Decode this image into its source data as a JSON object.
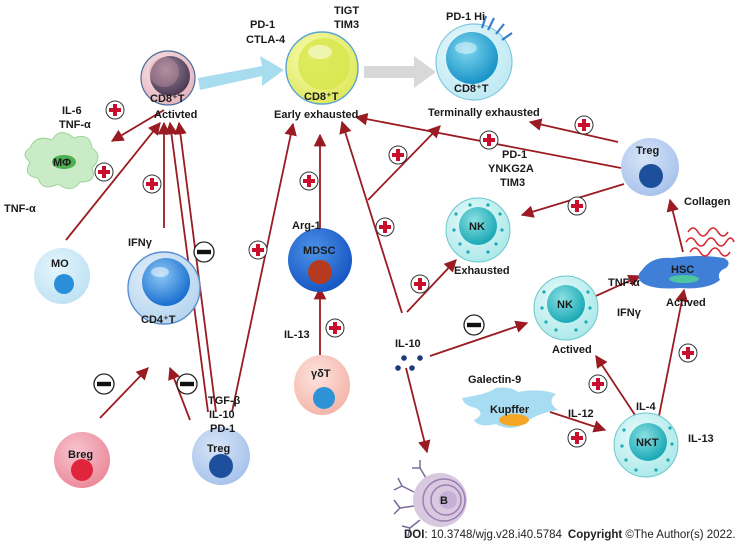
{
  "cells": {
    "cd8_activated": {
      "name": "CD8⁺T",
      "status": "Activted",
      "markers": [
        "IL-6",
        "TNF-α"
      ]
    },
    "cd8_early": {
      "name": "CD8⁺T",
      "status": "Early exhausted",
      "markers_left": [
        "PD-1",
        "CTLA-4"
      ],
      "markers_top": [
        "TIGT",
        "TIM3"
      ]
    },
    "cd8_terminal": {
      "name": "CD8⁺T",
      "status": "Terminally exhausted",
      "marker": "PD-1  Hi"
    },
    "macrophage": {
      "name": "MΦ"
    },
    "monocyte": {
      "name": "MO",
      "cytokine": "TNF-α"
    },
    "cd4": {
      "name": "CD4⁺T",
      "cytokine": "IFNγ"
    },
    "breg": {
      "name": "Breg"
    },
    "treg_bottom": {
      "name": "Treg",
      "factors": [
        "TGF-β",
        "IL-10",
        "PD-1"
      ]
    },
    "mdsc": {
      "name": "MDSC",
      "factor": "Arg-1"
    },
    "gdt": {
      "name": "γδT",
      "cytokine": "IL-13"
    },
    "il10": {
      "name": "IL-10"
    },
    "b_cell": {
      "name": "B"
    },
    "nk_exhausted": {
      "name": "NK",
      "status": "Exhausted",
      "markers": [
        "PD-1",
        "YNKG2A",
        "TIM3"
      ]
    },
    "nk_activated": {
      "name": "NK",
      "status": "Actived",
      "cytokine": "IFNγ"
    },
    "treg_right": {
      "name": "Treg"
    },
    "hsc": {
      "name": "HSC",
      "status": "Actived",
      "cytokine": "TNF-α",
      "product": "Collagen"
    },
    "kupffer": {
      "name": "Kupffer",
      "factor": "Galectin-9",
      "cytokine": "IL-12"
    },
    "nkt": {
      "name": "NKT",
      "cytokines": [
        "IL-4",
        "IL-13"
      ]
    }
  },
  "footer": {
    "doi_label": "DOI",
    "doi": ": 10.3748/wjg.v28.i40.5784",
    "copyright_label": "Copyright",
    "copyright": " ©The Author(s) 2022."
  },
  "colors": {
    "arrow": "#9a1c22",
    "plus": "#c8102e",
    "cd8": "#e2ef6a",
    "nk": "#b8efee",
    "treg": "#1d4f9c",
    "hsc": "#3a78d0"
  }
}
